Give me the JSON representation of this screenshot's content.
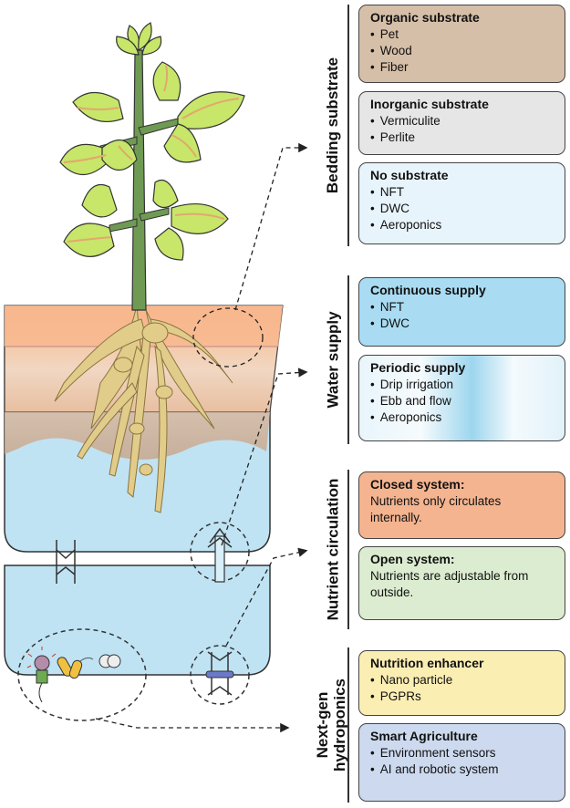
{
  "sections": {
    "bedding": {
      "title": "Bedding substrate",
      "cards": [
        {
          "title": "Organic substrate",
          "items": [
            "Pet",
            "Wood",
            "Fiber"
          ],
          "color": "#d6bfa8"
        },
        {
          "title": "Inorganic substrate",
          "items": [
            "Vermiculite",
            "Perlite"
          ],
          "color": "#e6e6e6"
        },
        {
          "title": "No substrate",
          "items": [
            "NFT",
            "DWC",
            "Aeroponics"
          ],
          "color": "#e8f4fb"
        }
      ]
    },
    "water": {
      "title": "Water supply",
      "cards": [
        {
          "title": "Continuous supply",
          "items": [
            "NFT",
            "DWC"
          ],
          "color": "#a9dcf2"
        },
        {
          "title": "Periodic supply",
          "items": [
            "Drip irrigation",
            "Ebb and flow",
            "Aeroponics"
          ],
          "color": "#dff1fa"
        }
      ]
    },
    "nutrient": {
      "title": "Nutrient circulation",
      "cards": [
        {
          "title": "Closed system:",
          "desc": "Nutrients only circulates internally.",
          "color": "#f4b490"
        },
        {
          "title": "Open system:",
          "desc": "Nutrients are adjustable from outside.",
          "color": "#dcecd0"
        }
      ]
    },
    "nextgen": {
      "title_line1": "Next-gen",
      "title_line2": "hydroponics",
      "cards": [
        {
          "title": "Nutrition enhancer",
          "items": [
            "Nano particle",
            "PGPRs"
          ],
          "color": "#fbeeb3"
        },
        {
          "title": "Smart Agriculture",
          "items": [
            "Environment sensors",
            "AI and robotic system"
          ],
          "color": "#ccd9ee"
        }
      ]
    }
  },
  "colors": {
    "stem": "#6f9a54",
    "leaf": "#c7e66a",
    "leaf_vein": "#e3a86b",
    "root": "#e2cc8a",
    "substrate_top": "#f7b98f",
    "water": "#bfe3f3",
    "outline": "#333333"
  }
}
